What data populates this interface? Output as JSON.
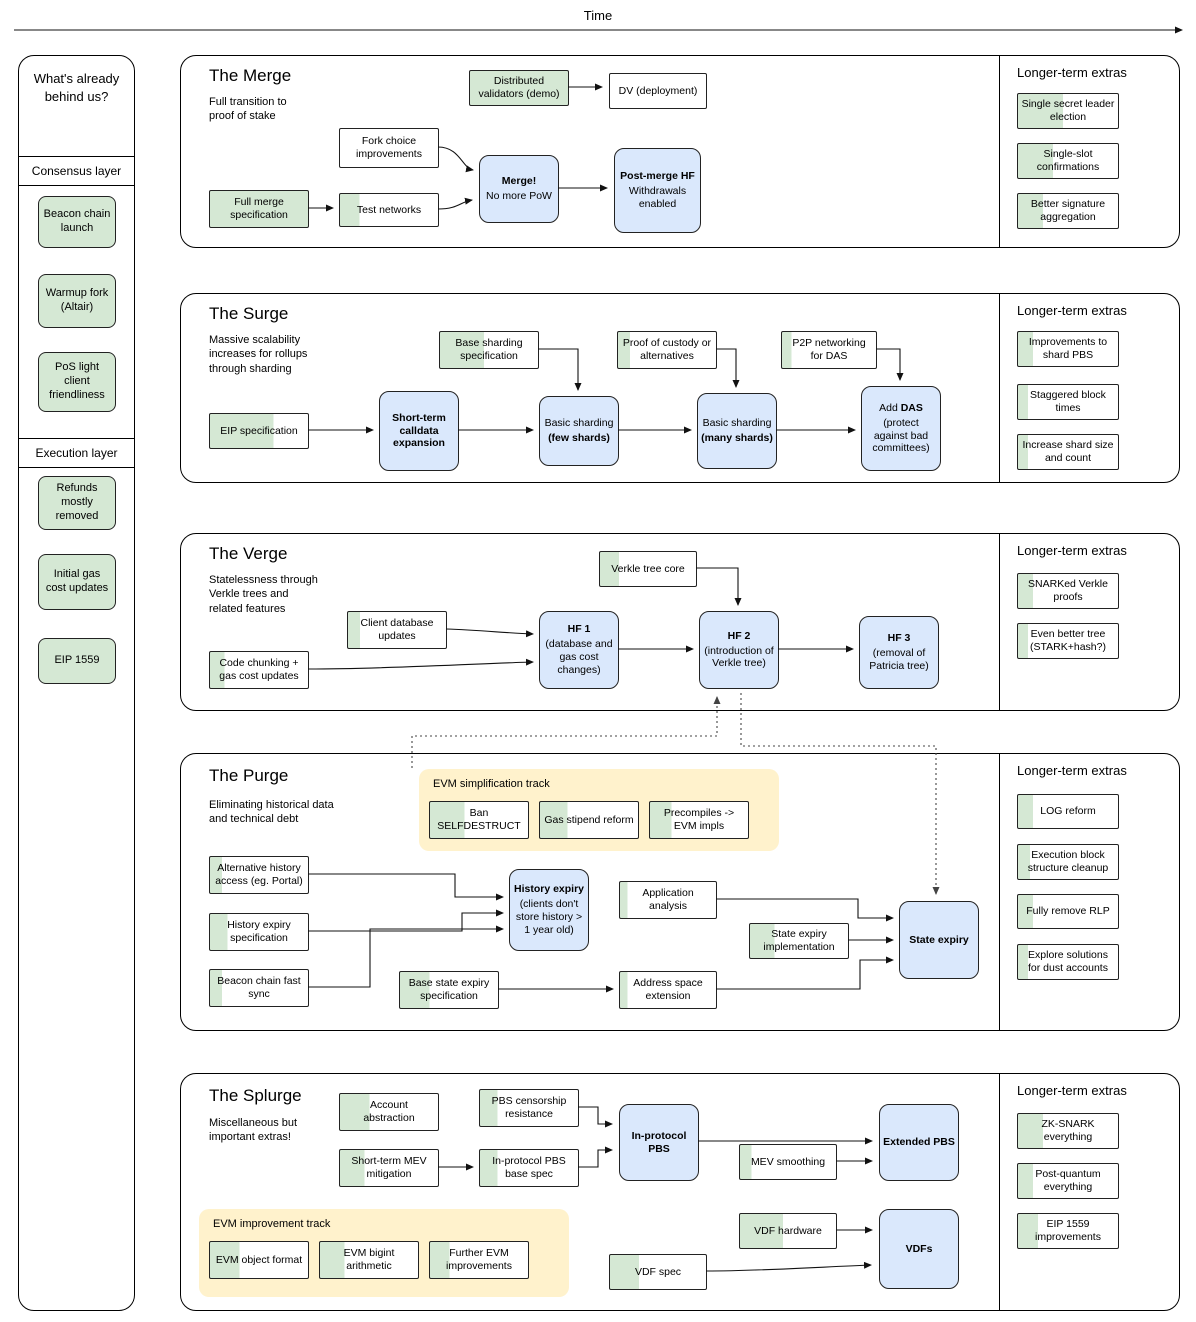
{
  "timeline": {
    "label": "Time"
  },
  "sidebar": {
    "title": "What's already behind us?",
    "consensus_header": "Consensus layer",
    "execution_header": "Execution layer",
    "consensus_items": [
      "Beacon chain launch",
      "Warmup fork (Altair)",
      "PoS light client friendliness"
    ],
    "execution_items": [
      "Refunds mostly removed",
      "Initial gas cost updates",
      "EIP 1559"
    ]
  },
  "extras_title": "Longer-term extras",
  "sections": {
    "merge": {
      "title": "The Merge",
      "subtitle": "Full transition to proof of stake",
      "boxes": {
        "distributed_validators": "Distributed validators (demo)",
        "dv_deployment": "DV (deployment)",
        "fork_choice": "Fork choice improvements",
        "full_merge_spec": "Full merge specification",
        "test_networks": "Test networks",
        "merge": {
          "title": "Merge!",
          "sub": "No more PoW"
        },
        "post_merge": {
          "title": "Post-merge HF",
          "sub": "Withdrawals enabled"
        }
      },
      "extras": [
        "Single secret leader election",
        "Single-slot confirmations",
        "Better signature aggregation"
      ]
    },
    "surge": {
      "title": "The Surge",
      "subtitle": "Massive scalability increases for rollups through sharding",
      "boxes": {
        "base_sharding_spec": "Base sharding specification",
        "eip_spec": "EIP specification",
        "short_term_calldata": "Short-term calldata expansion",
        "basic_sharding_few": {
          "title": "Basic sharding",
          "sub": "(few shards)"
        },
        "proof_of_custody": "Proof of custody or alternatives",
        "basic_sharding_many": {
          "title": "Basic sharding",
          "sub": "(many shards)"
        },
        "p2p_networking": "P2P networking for DAS",
        "add_das": {
          "prefix": "Add ",
          "bold": "DAS",
          "sub": "(protect against bad committees)"
        }
      },
      "extras": [
        "Improvements to shard PBS",
        "Staggered block times",
        "Increase shard size and count"
      ]
    },
    "verge": {
      "title": "The Verge",
      "subtitle": "Statelessness through Verkle trees and related features",
      "boxes": {
        "verkle_tree_core": "Verkle tree core",
        "client_db_updates": "Client database updates",
        "code_chunking": "Code chunking + gas cost updates",
        "hf1": {
          "title": "HF 1",
          "sub": "(database and gas cost changes)"
        },
        "hf2": {
          "title": "HF 2",
          "sub": "(introduction of Verkle tree)"
        },
        "hf3": {
          "title": "HF 3",
          "sub": "(removal of Patricia tree)"
        }
      },
      "extras": [
        "SNARKed Verkle proofs",
        "Even better tree (STARK+hash?)"
      ]
    },
    "purge": {
      "title": "The Purge",
      "subtitle": "Eliminating historical data and technical debt",
      "track_label": "EVM simplification track",
      "boxes": {
        "ban_selfdestruct": "Ban SELFDESTRUCT",
        "gas_stipend_reform": "Gas stipend reform",
        "precompiles": "Precompiles -> EVM impls",
        "alt_history_access": "Alternative history access (eg. Portal)",
        "history_expiry_spec": "History expiry specification",
        "beacon_fast_sync": "Beacon chain fast sync",
        "history_expiry": {
          "title": "History expiry",
          "sub": "(clients don't store history > 1 year old)"
        },
        "base_state_expiry_spec": "Base state expiry specification",
        "application_analysis": "Application analysis",
        "address_space_extension": "Address space extension",
        "state_expiry_impl": "State expiry implementation",
        "state_expiry": {
          "title": "State expiry"
        }
      },
      "extras": [
        "LOG reform",
        "Execution block structure cleanup",
        "Fully remove RLP",
        "Explore solutions for dust accounts"
      ]
    },
    "splurge": {
      "title": "The Splurge",
      "subtitle": "Miscellaneous but important extras!",
      "track_label": "EVM improvement track",
      "boxes": {
        "account_abstraction": "Account abstraction",
        "pbs_censorship": "PBS censorship resistance",
        "short_term_mev": "Short-term MEV mitigation",
        "inprotocol_pbs_spec": "In-protocol PBS base spec",
        "inprotocol_pbs": {
          "title": "In-protocol PBS"
        },
        "mev_smoothing": "MEV smoothing",
        "extended_pbs": {
          "title": "Extended PBS"
        },
        "vdf_hardware": "VDF hardware",
        "vdf_spec": "VDF spec",
        "vdfs": {
          "title": "VDFs"
        },
        "evm_object_format": "EVM object format",
        "evm_bigint": "EVM bigint arithmetic",
        "further_evm": "Further EVM improvements"
      },
      "extras": [
        "ZK-SNARK everything",
        "Post-quantum everything",
        "EIP 1559 improvements"
      ]
    }
  },
  "colors": {
    "done_green": "#d5e8d4",
    "milestone_blue": "#dae8fc",
    "track_yellow": "#fff2cc"
  }
}
